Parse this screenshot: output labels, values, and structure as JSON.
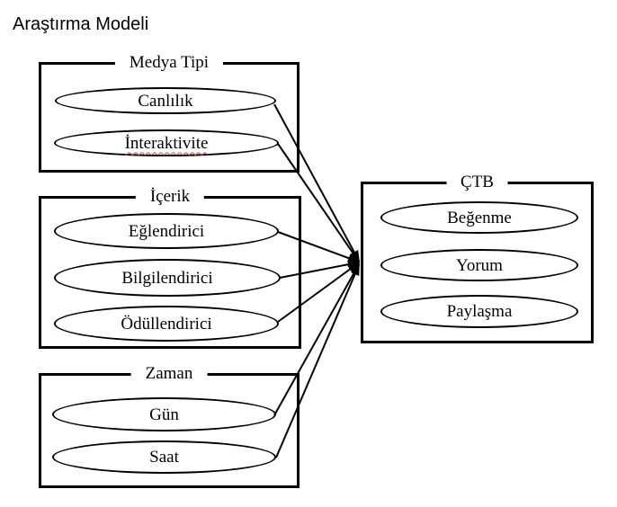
{
  "page_title": "Araştırma Modeli",
  "diagram": {
    "groups": [
      {
        "title": "Medya Tipi",
        "items": [
          {
            "label": "Canlılık"
          },
          {
            "label": "İnteraktivite",
            "spellcheck_flagged": true
          }
        ]
      },
      {
        "title": "İçerik",
        "items": [
          {
            "label": "Eğlendirici"
          },
          {
            "label": "Bilgilendirici"
          },
          {
            "label": "Ödüllendirici"
          }
        ]
      },
      {
        "title": "Zaman",
        "items": [
          {
            "label": "Gün"
          },
          {
            "label": "Saat"
          }
        ]
      }
    ],
    "target": {
      "title": "ÇTB",
      "items": [
        {
          "label": "Beğenme"
        },
        {
          "label": "Yorum"
        },
        {
          "label": "Paylaşma"
        }
      ]
    },
    "connections": "all left-group nodes point with arrows to the left edge of the ÇTB box",
    "colors": {
      "line": "#000000",
      "background": "#ffffff",
      "misspelling_underline": "#dd4b4b"
    }
  }
}
